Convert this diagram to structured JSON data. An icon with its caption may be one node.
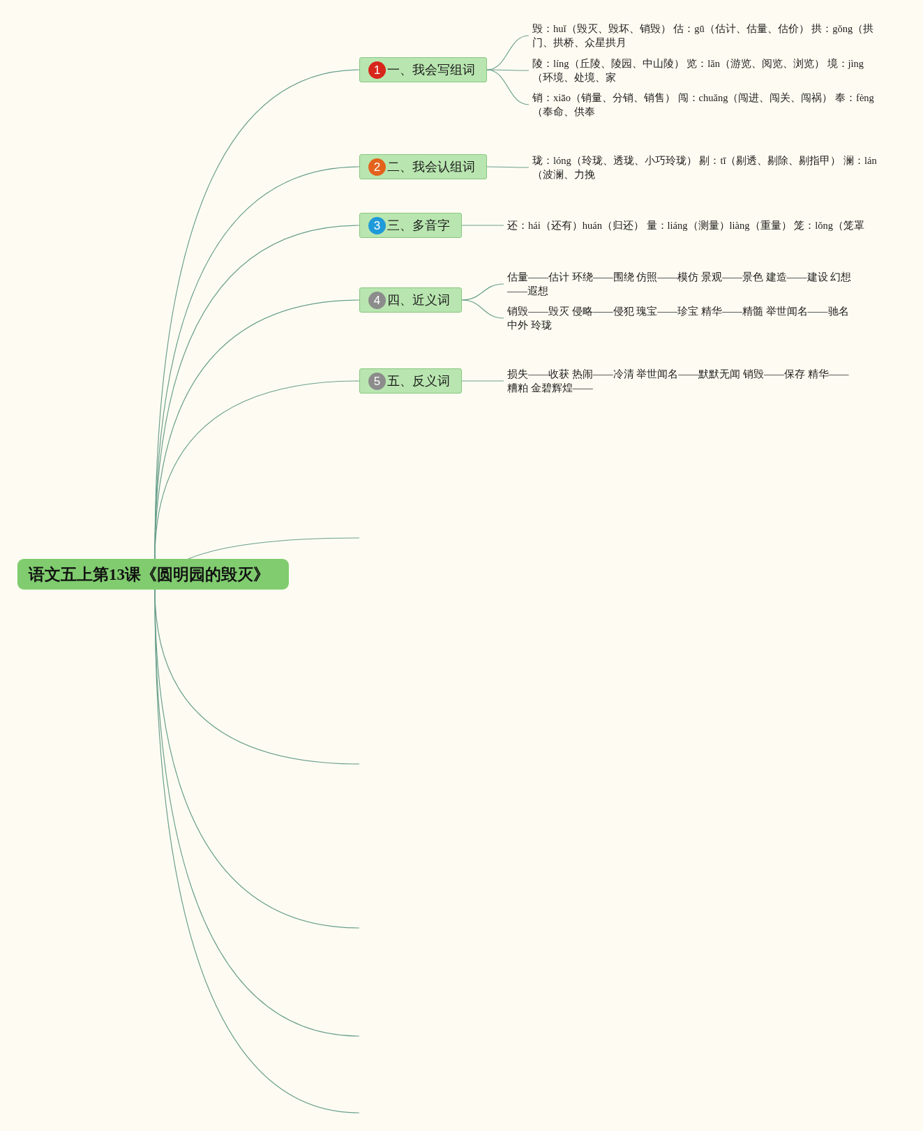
{
  "diagram": {
    "nodes": [
      {
        "text": [
          "语文五上第13课《圆明园的毁灭》"
        ]
      },
      {
        "text": [
          "1",
          "一、我会写组词"
        ]
      },
      {
        "text": [
          "毁：huǐ（毁灭、毁坏、销毁） 估：gū（估计、估量、估价） 拱：gǒng（拱门、拱桥、众星拱月"
        ]
      },
      {
        "text": [
          "陵：líng（丘陵、陵园、中山陵） 览：lǎn（游览、阅览、浏览） 境：jìng（环境、处境、家"
        ]
      },
      {
        "text": [
          "销：xiāo（销量、分销、销售） 闯：chuǎng（闯进、闯关、闯祸） 奉：fèng（奉命、供奉"
        ]
      },
      {
        "text": [
          "2",
          "二、我会认组词"
        ]
      },
      {
        "text": [
          "珑：lóng（玲珑、透珑、小巧玲珑） 剔：tī（剔透、剔除、剔指甲） 澜：lán（波澜、力挽"
        ]
      },
      {
        "text": [
          "3",
          "三、多音字"
        ]
      },
      {
        "text": [
          "还：hái（还有）huán（归还） 量：liáng（测量）liàng（重量） 笼：lǒng（笼罩"
        ]
      },
      {
        "text": [
          "4",
          "四、近义词"
        ]
      },
      {
        "text": [
          "估量——估计 环绕——围绕 仿照——模仿 景观——景色 建造——建设 幻想——遐想"
        ]
      },
      {
        "text": [
          "销毁——毁灭 侵略——侵犯 瑰宝——珍宝 精华——精髓 举世闻名——驰名中外 玲珑"
        ]
      },
      {
        "text": [
          "5",
          "五、反义词"
        ]
      },
      {
        "text": [
          "损失——收获 热闹——冷清 举世闻名——默默无闻 销毁——保存 精华——糟粕 金碧辉煌——"
        ]
      }
    ],
    "edges": [
      {
        "from": 0,
        "to": 1,
        "arrow": "none"
      },
      {
        "from": 1,
        "to": 2,
        "arrow": "none"
      },
      {
        "from": 1,
        "to": 3,
        "arrow": "none"
      },
      {
        "from": 1,
        "to": 4,
        "arrow": "none"
      },
      {
        "from": 0,
        "to": 5,
        "arrow": "none"
      },
      {
        "from": 5,
        "to": 6,
        "arrow": "none"
      },
      {
        "from": 0,
        "to": 7,
        "arrow": "none"
      },
      {
        "from": 7,
        "to": 8,
        "arrow": "none"
      },
      {
        "from": 0,
        "to": 9,
        "arrow": "none"
      },
      {
        "from": 9,
        "to": 10,
        "arrow": "none"
      },
      {
        "from": 9,
        "to": 11,
        "arrow": "none"
      },
      {
        "from": 0,
        "to": 12,
        "arrow": "none"
      },
      {
        "from": 12,
        "to": 13,
        "arrow": "none"
      },
      {
        "from": 0,
        "to": null,
        "arrow": "none"
      },
      {
        "from": 0,
        "to": null,
        "arrow": "none"
      },
      {
        "from": 0,
        "to": null,
        "arrow": "none"
      },
      {
        "from": 0,
        "to": null,
        "arrow": "none"
      },
      {
        "from": 0,
        "to": null,
        "arrow": "none"
      }
    ]
  }
}
